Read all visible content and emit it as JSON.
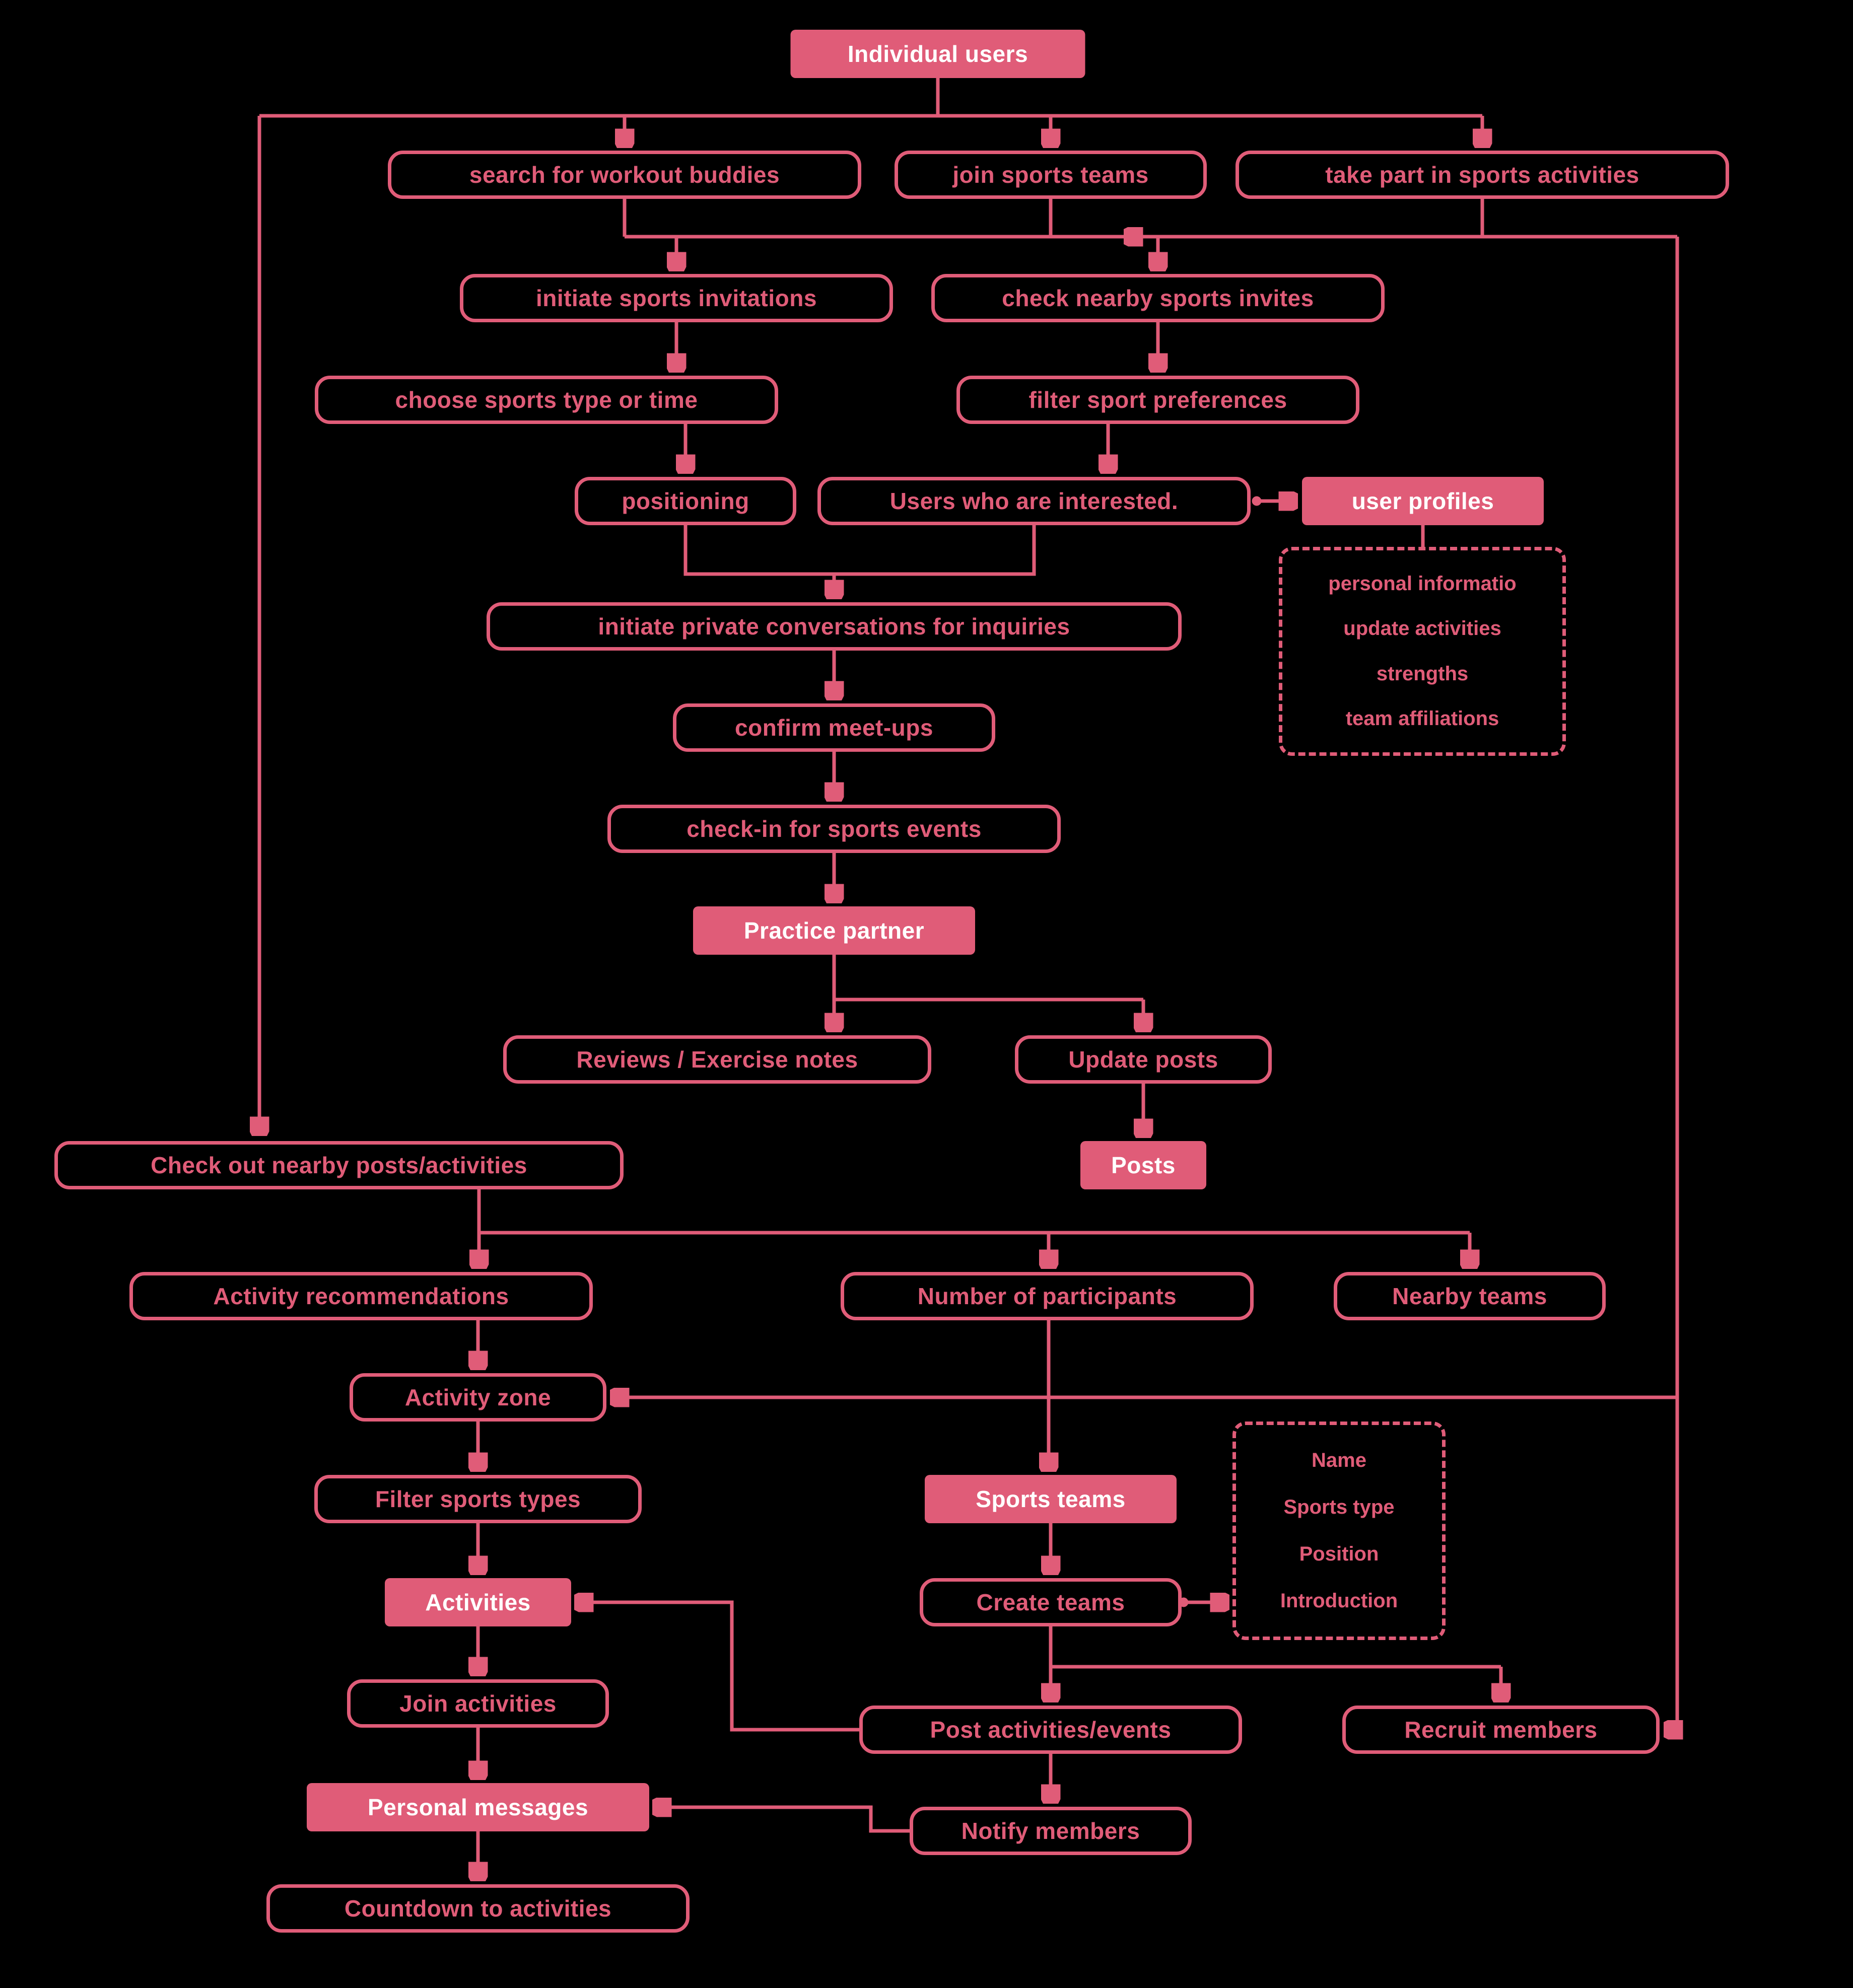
{
  "diagram": {
    "colors": {
      "accent": "#e05c78",
      "background": "#000000",
      "filled_text": "#ffffff"
    },
    "nodes": {
      "individual_users": "Individual users",
      "search_workout_buddies": "search for workout buddies",
      "join_sports_teams": "join sports teams",
      "take_part": "take part in sports activities",
      "initiate_invitations": "initiate sports invitations",
      "check_nearby_invites": "check nearby sports invites",
      "choose_type_time": "choose sports type or time",
      "filter_preferences": "filter sport preferences",
      "positioning": "positioning",
      "users_interested": "Users who are interested.",
      "user_profiles": "user profiles",
      "private_conversations": "initiate private conversations for inquiries",
      "confirm_meetups": "confirm meet-ups",
      "checkin_events": "check-in for sports events",
      "practice_partner": "Practice partner",
      "reviews_notes": "Reviews / Exercise notes",
      "update_posts": "Update posts",
      "posts": "Posts",
      "check_nearby_posts": "Check out nearby posts/activities",
      "activity_recommendations": "Activity recommendations",
      "number_participants": "Number of participants",
      "nearby_teams": "Nearby teams",
      "activity_zone": "Activity zone",
      "filter_sports_types": "Filter sports types",
      "activities": "Activities",
      "join_activities": "Join activities",
      "personal_messages": "Personal messages",
      "countdown": "Countdown to activities",
      "sports_teams": "Sports teams",
      "create_teams": "Create teams",
      "post_activities": "Post activities/events",
      "recruit_members": "Recruit members",
      "notify_members": "Notify members"
    },
    "profile_details": {
      "items": [
        "personal informatio",
        "update activities",
        "strengths",
        "team affiliations"
      ]
    },
    "team_details": {
      "items": [
        "Name",
        "Sports type",
        "Position",
        "Introduction"
      ]
    }
  }
}
